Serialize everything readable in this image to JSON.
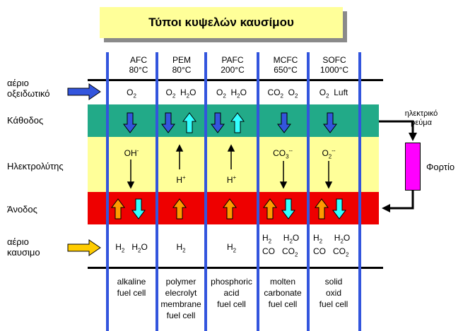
{
  "title": "Τύποι κυψελών καυσίμου",
  "colors": {
    "cathode": "#22aa88",
    "electrolyte": "#ffff99",
    "anode": "#ee0000",
    "title_bg": "#ffff99",
    "column_line": "#3355dd",
    "load": "#ff00ff",
    "down_arrow": "#3355dd",
    "up_arrow_cyan": "#33ffff",
    "up_arrow_orange": "#ff9900",
    "fuel_arrow": "#ffcc00"
  },
  "rows": {
    "oxidant": "αέριο οξειδωτικό",
    "oxidant_line1": "αέριο",
    "oxidant_line2": "οξειδωτικό",
    "cathode": "Κάθοδος",
    "electrolyte": "Ηλεκτρολύτης",
    "anode": "Άνοδος",
    "fuel_line1": "αέριο",
    "fuel_line2": "καυσιμο"
  },
  "current_line1": "ηλεκτρικό",
  "current_line2": "ρεύμα",
  "load_label": "Φορτίο",
  "columns": [
    {
      "name": "AFC",
      "temp": "80°C",
      "oxidant": [
        "O2"
      ],
      "ion_top": "OH-",
      "ion_bottom": "",
      "fuel_top": "H2   H2O",
      "fuel_bottom": "",
      "description": [
        "alkaline",
        "fuel cell"
      ]
    },
    {
      "name": "PEM",
      "temp": "80°C",
      "oxidant": [
        "O2",
        "H2O"
      ],
      "ion_top": "",
      "ion_bottom": "H+",
      "fuel_top": "H2",
      "fuel_bottom": "",
      "description": [
        "polymer",
        "elecrolyt",
        "membrane",
        "fuel cell"
      ]
    },
    {
      "name": "PAFC",
      "temp": "200°C",
      "oxidant": [
        "O2",
        "H2O"
      ],
      "ion_top": "",
      "ion_bottom": "H+",
      "fuel_top": "H2",
      "fuel_bottom": "",
      "description": [
        "phosphoric",
        "acid",
        "fuel cell"
      ]
    },
    {
      "name": "MCFC",
      "temp": "650°C",
      "oxidant": [
        "CO2",
        "O2"
      ],
      "ion_top": "CO3--",
      "ion_bottom": "",
      "fuel_top": "H2   H2O",
      "fuel_bottom": "CO   CO2",
      "description": [
        "molten",
        "carbonate",
        "fuel cell"
      ]
    },
    {
      "name": "SOFC",
      "temp": "1000°C",
      "oxidant": [
        "O2",
        "Luft"
      ],
      "ion_top": "O2--",
      "ion_bottom": "",
      "fuel_top": "H2   H2O",
      "fuel_bottom": "CO   CO2",
      "description": [
        "solid",
        "oxid",
        "fuel cell"
      ]
    }
  ]
}
